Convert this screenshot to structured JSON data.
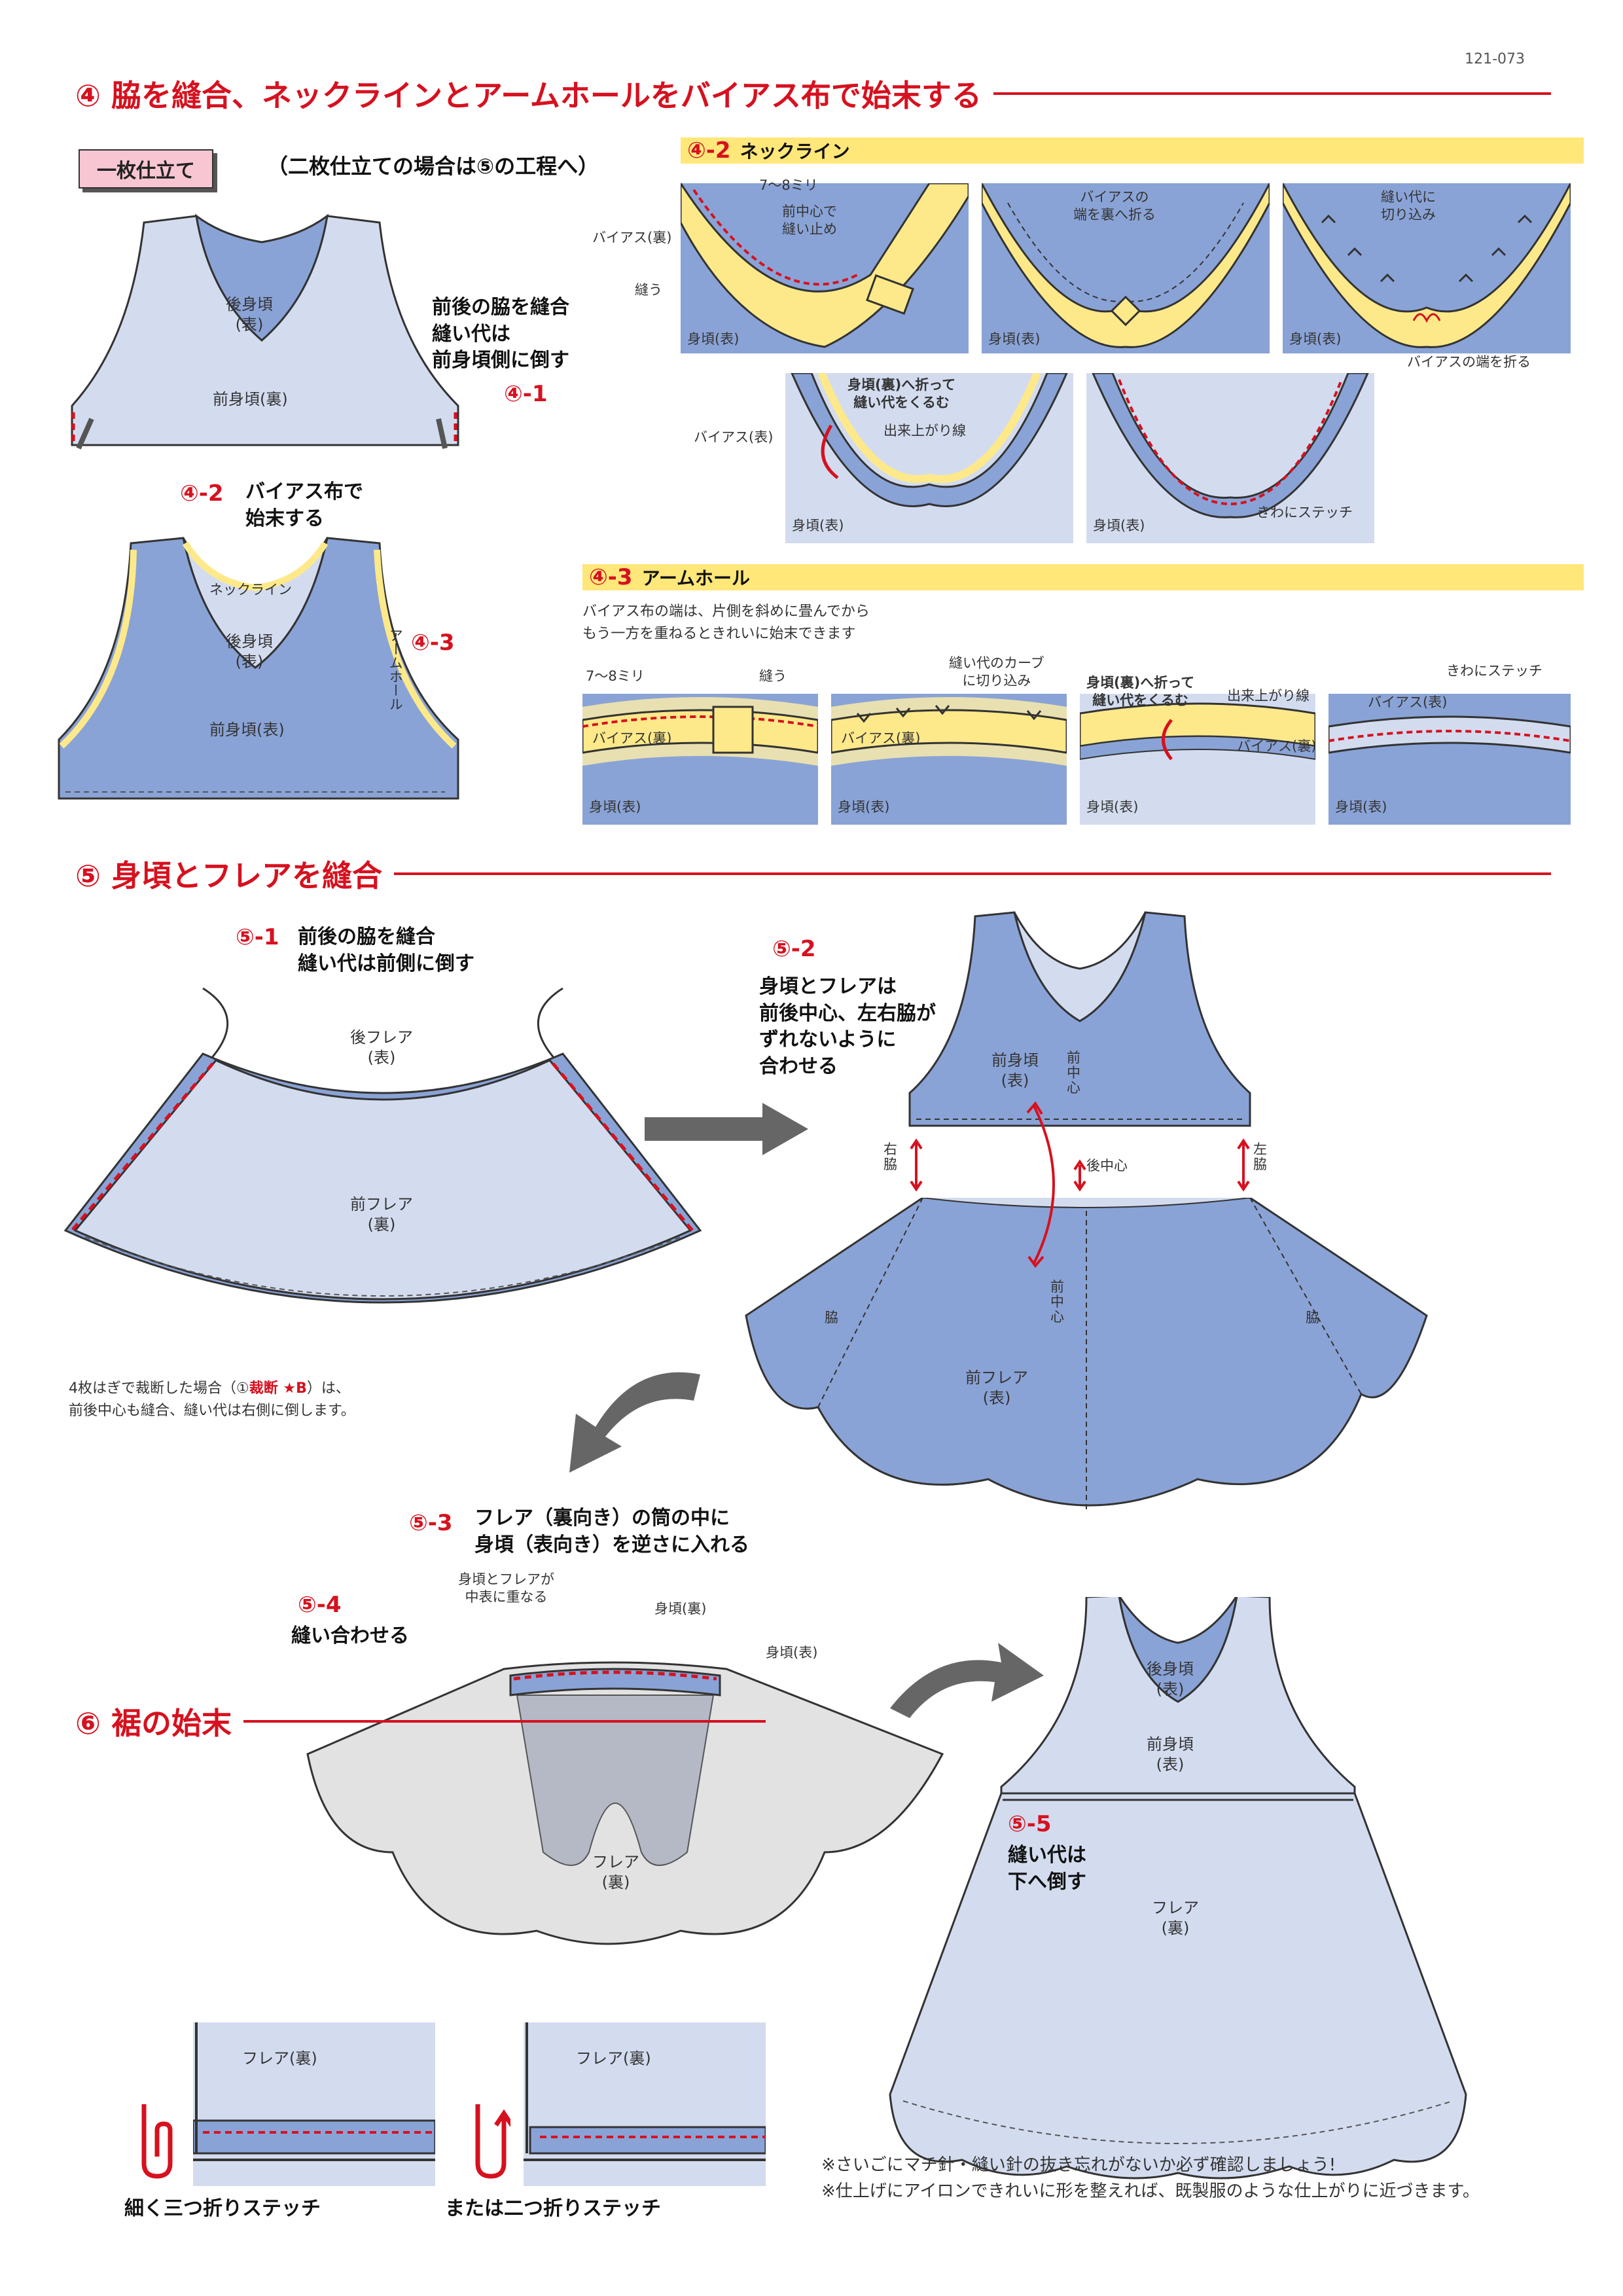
{
  "doc_code": "121-073",
  "colors": {
    "accent_red": "#d6111f",
    "fabric_blue": "#8aa3d6",
    "fabric_light": "#d3dcef",
    "bias_yellow": "#fde98a",
    "pink": "#f8c6d3",
    "gray": "#e2e2e2"
  },
  "section4": {
    "title": "④ 脇を縫合、ネックラインとアームホールをバイアス布で始末する",
    "single_label": "一枚仕立て",
    "single_note": "（二枚仕立ての場合は⑤の工程へ）",
    "fig1": {
      "back": "後身頃\n(表)",
      "front": "前身頃(裏)",
      "note": "前後の脇を縫合\n縫い代は\n前身頃側に倒す",
      "step": "④-1"
    },
    "fig2": {
      "step2": "④-2",
      "note": "バイアス布で\n始末する",
      "neckline": "ネックライン",
      "step3": "④-3",
      "armhole": "アームホール",
      "back": "後身頃\n(表)",
      "front": "前身頃(表)"
    },
    "neckline": {
      "step": "④-2",
      "title": "ネックライン",
      "p1": {
        "width": "7～8ミリ",
        "bias_back": "バイアス(裏)",
        "center": "前中心で\n縫い止め",
        "sew": "縫う",
        "body": "身頃(表)"
      },
      "p2": {
        "fold": "バイアスの\n端を裏へ折る",
        "body": "身頃(表)"
      },
      "p3": {
        "clip": "縫い代に\n切り込み",
        "body": "身頃(表)",
        "fold_end": "バイアスの端を折る"
      },
      "p4": {
        "wrap": "身頃(裏)へ折って\n縫い代をくるむ",
        "bias_front": "バイアス(表)",
        "finish": "出来上がり線",
        "body": "身頃(表)"
      },
      "p5": {
        "stitch": "きわにステッチ",
        "body": "身頃(表)"
      }
    },
    "armhole": {
      "step": "④-3",
      "title": "アームホール",
      "desc": "バイアス布の端は、片側を斜めに畳んでから\nもう一方を重ねるときれいに始末できます",
      "p1": {
        "width": "7～8ミリ",
        "sew": "縫う",
        "bias_back": "バイアス(裏)",
        "body": "身頃(表)"
      },
      "p2": {
        "clip": "縫い代のカーブ\nに切り込み",
        "bias_back": "バイアス(裏)",
        "body": "身頃(表)"
      },
      "p3": {
        "wrap": "身頃(裏)へ折って\n縫い代をくるむ",
        "finish": "出来上がり線",
        "bias_back": "バイアス(裏)",
        "body": "身頃(表)"
      },
      "p4": {
        "stitch": "きわにステッチ",
        "bias_front": "バイアス(表)",
        "body": "身頃(表)"
      }
    }
  },
  "section5": {
    "title": "⑤ 身頃とフレアを縫合",
    "s1": {
      "step": "⑤-1",
      "note": "前後の脇を縫合\n縫い代は前側に倒す",
      "back_flare": "後フレア\n(表)",
      "front_flare": "前フレア\n(裏)",
      "footnote_a": "4枚はぎで裁断した場合（①",
      "footnote_b": "裁断 ★B",
      "footnote_c": "）は、\n前後中心も縫合、縫い代は右側に倒します。"
    },
    "s2": {
      "step": "⑤-2",
      "note": "身頃とフレアは\n前後中心、左右脇が\nずれないように\n合わせる",
      "front_body": "前身頃\n(表)",
      "center_front": "前\n中\n心",
      "right_side": "右\n脇",
      "back_center": "後中心",
      "left_side": "左\n脇",
      "center_front2": "前\n中\n心",
      "side": "脇",
      "side2": "脇",
      "front_flare": "前フレア\n(表)"
    },
    "s3": {
      "step": "⑤-3",
      "note": "フレア（裏向き）の筒の中に\n身頃（表向き）を逆さに入れる",
      "overlap": "身頃とフレアが\n中表に重なる",
      "body_back": "身頃(裏)",
      "body_front": "身頃(表)",
      "flare": "フレア\n(裏)"
    },
    "s4": {
      "step": "⑤-4",
      "note": "縫い合わせる"
    },
    "s5": {
      "step": "⑤-5",
      "note": "縫い代は\n下へ倒す",
      "back": "後身頃\n(表)",
      "front": "前身頃\n(表)",
      "flare": "フレア\n(裏)"
    }
  },
  "section6": {
    "title": "⑥ 裾の始末",
    "p1": {
      "flare": "フレア(裏)",
      "caption": "細く三つ折りステッチ"
    },
    "p2": {
      "flare": "フレア(裏)",
      "caption": "または二つ折りステッチ"
    },
    "footer1": "※さいごにマチ針・縫い針の抜き忘れがないか必ず確認しましょう!",
    "footer2": "※仕上げにアイロンできれいに形を整えれば、既製服のような仕上がりに近づきます。"
  }
}
